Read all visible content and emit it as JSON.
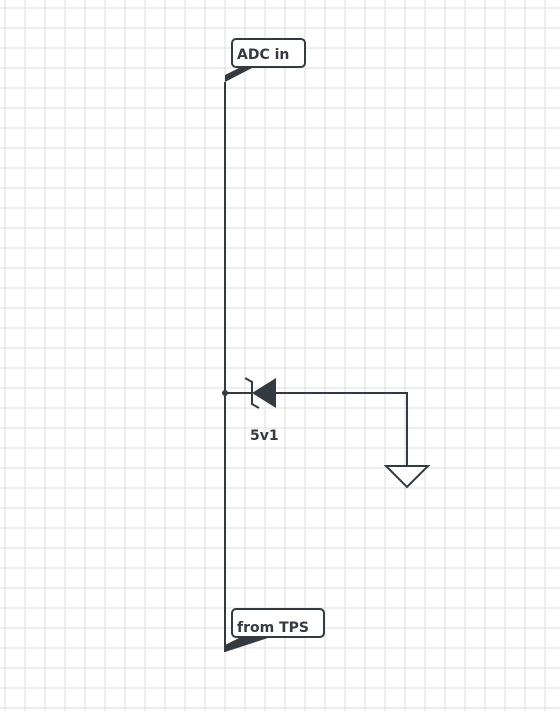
{
  "canvas": {
    "background": "#ffffff",
    "grid_color": "#dcdcdc",
    "wire_color": "#333b40"
  },
  "labels": {
    "top_net": "ADC in",
    "bottom_net": "from TPS"
  },
  "components": {
    "zener": {
      "value": "5v1",
      "icon": "zener-diode-icon"
    },
    "ground": {
      "icon": "ground-icon"
    },
    "junction": {
      "icon": "junction-dot-icon"
    }
  }
}
